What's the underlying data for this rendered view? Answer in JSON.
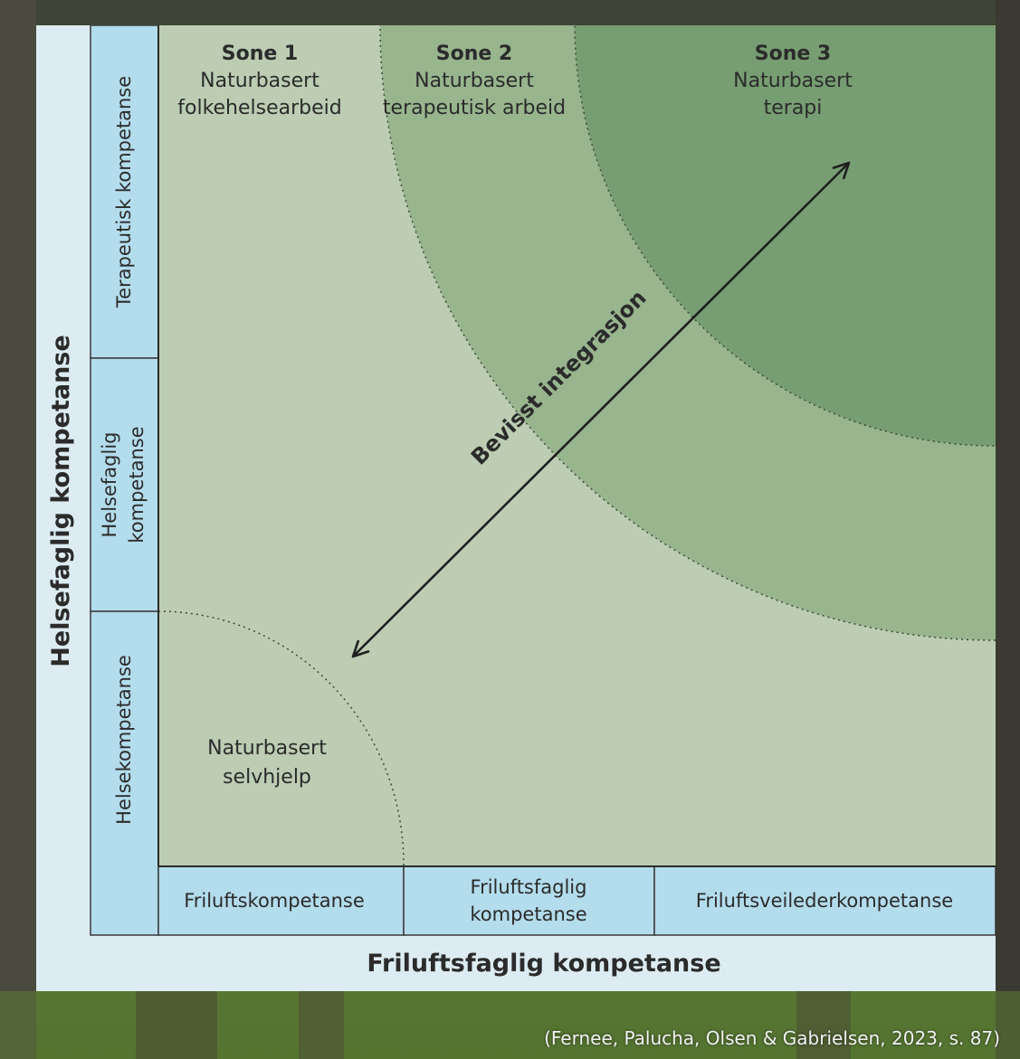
{
  "zones": {
    "sone1": {
      "title": "Sone 1",
      "line1": "Naturbasert",
      "line2": "folkehelsearbeid"
    },
    "sone2": {
      "title": "Sone 2",
      "line1": "Naturbasert",
      "line2": "terapeutisk arbeid"
    },
    "sone3": {
      "title": "Sone 3",
      "line1": "Naturbasert",
      "line2": "terapi"
    },
    "selfhelp": {
      "line1": "Naturbasert",
      "line2": "selvhjelp"
    }
  },
  "integration_label": "Bevisst integrasjon",
  "y_axis": {
    "title": "Helsefaglig kompetanse",
    "cells": {
      "top": "Terapeutisk kompetanse",
      "middle_line1": "Helsefaglig",
      "middle_line2": "kompetanse",
      "bottom": "Helsekompetanse"
    }
  },
  "x_axis": {
    "title": "Friluftsfaglig kompetanse",
    "cells": {
      "left": "Friluftskompetanse",
      "middle_line1": "Friluftsfaglig",
      "middle_line2": "kompetanse",
      "right": "Friluftsveilederkompetanse"
    }
  },
  "citation": "(Fernee, Palucha, Olsen & Gabrielsen, 2023, s. 87)",
  "colors": {
    "zone1": "#bccdb3",
    "zone2": "#98b58e",
    "zone3": "#779e72",
    "axis_cell": "#b3dcec",
    "card": "#dcecf2"
  }
}
